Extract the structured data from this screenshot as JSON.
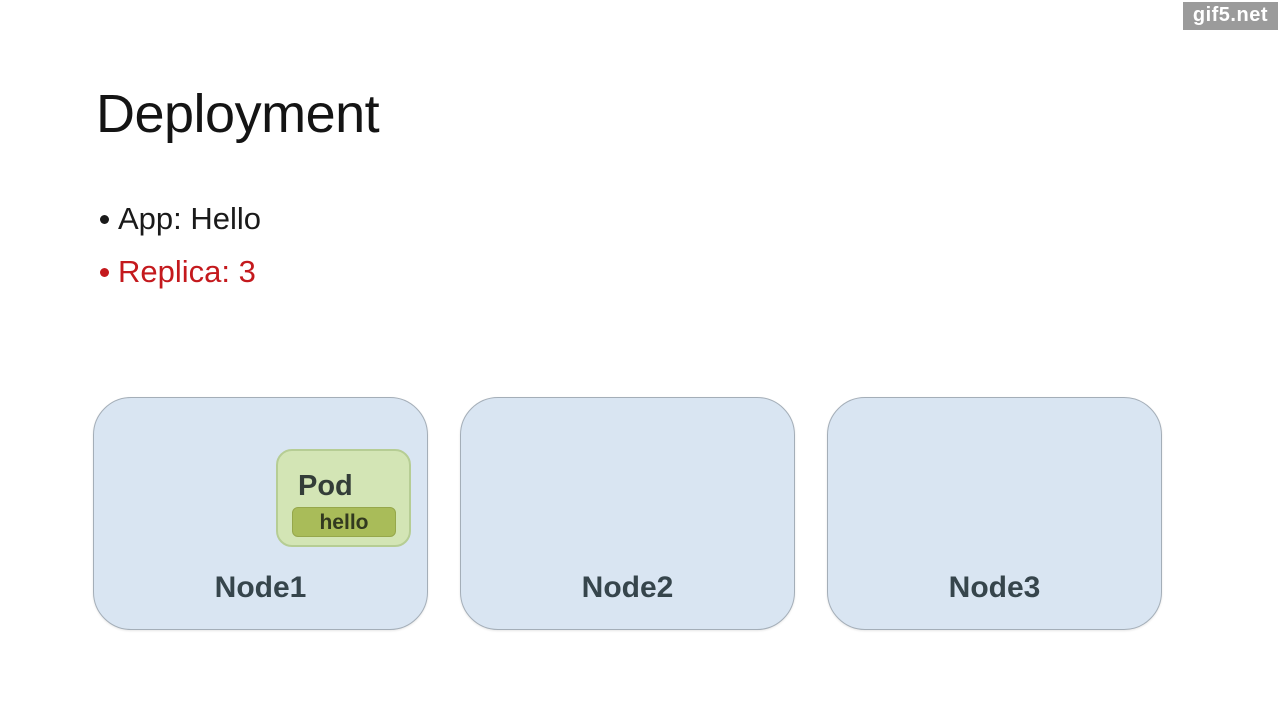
{
  "watermark": {
    "text": "gif5.net",
    "bg_color": "#9b9b9b",
    "text_color": "#ffffff"
  },
  "slide": {
    "title": "Deployment",
    "bullets": [
      {
        "text": "App: Hello",
        "color": "#1a1a1a"
      },
      {
        "text": "Replica: 3",
        "color": "#c4191d"
      }
    ]
  },
  "diagram": {
    "nodes": [
      {
        "label": "Node1",
        "pod": {
          "label": "Pod",
          "container": "hello"
        }
      },
      {
        "label": "Node2"
      },
      {
        "label": "Node3"
      }
    ],
    "colors": {
      "node_fill": "#d9e5f2",
      "node_border": "#a4aeb8",
      "pod_fill": "#d3e5b5",
      "pod_border": "#b6cd94",
      "container_fill": "#a9bc59",
      "container_border": "#96a74b",
      "node_label_color": "#36454c",
      "red_accent": "#c4191d"
    }
  }
}
